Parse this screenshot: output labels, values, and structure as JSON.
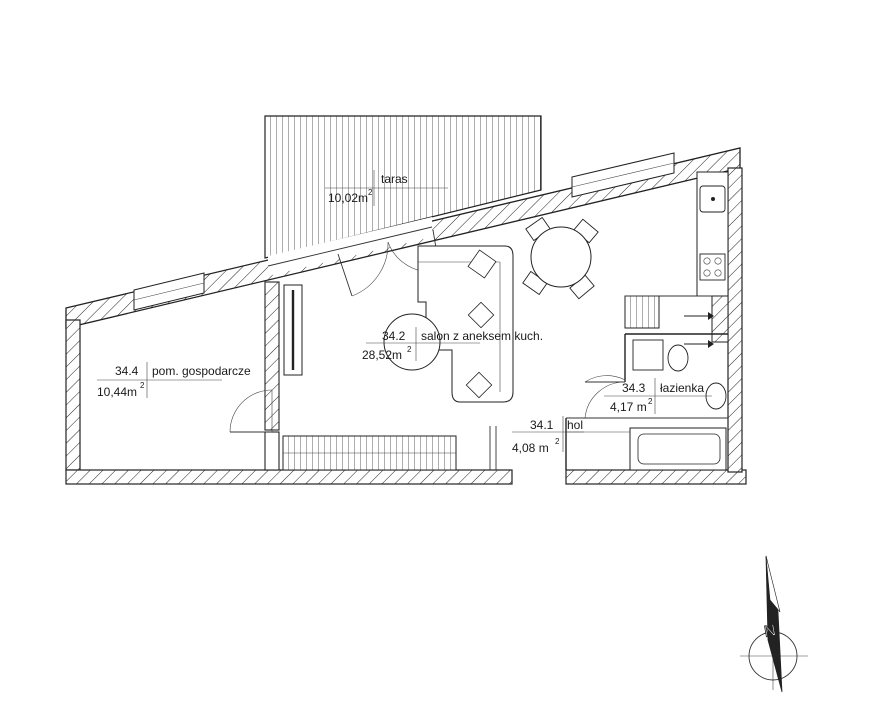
{
  "rooms": [
    {
      "number": "34.4",
      "name": "pom. gospodarcze",
      "area": "10,44m",
      "area_sup": "2"
    },
    {
      "number": "34.2",
      "name": "salon z aneksem kuch.",
      "area": "28,52m",
      "area_sup": "2"
    },
    {
      "number": "34.3",
      "name": "łazienka",
      "area": "4,17 m",
      "area_sup": "2"
    },
    {
      "number": "34.1",
      "name": "hol",
      "area": "4,08 m",
      "area_sup": "2"
    }
  ],
  "terrace": {
    "name": "taras",
    "area": "10,02m",
    "area_sup": "2"
  },
  "compass": {
    "label": "N"
  }
}
